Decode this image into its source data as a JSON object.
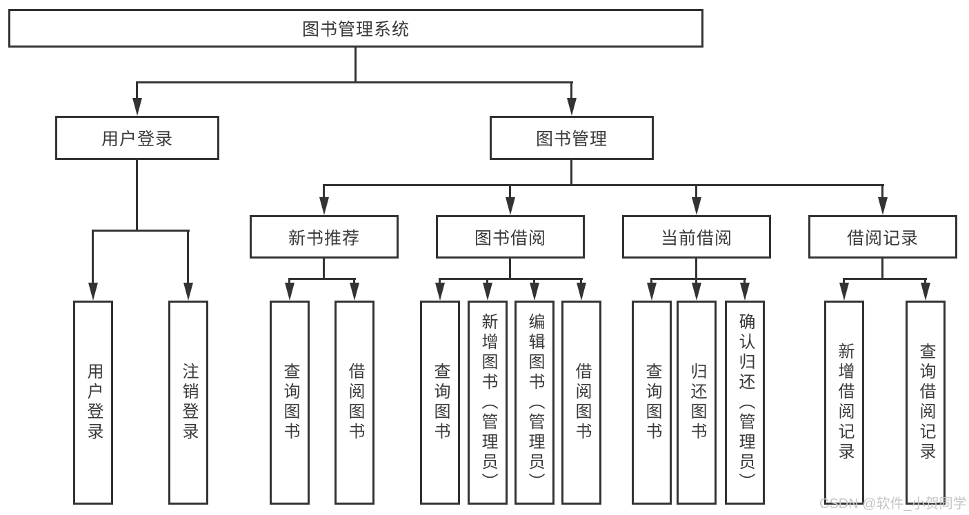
{
  "tree": {
    "root": {
      "label": "图书管理系统"
    },
    "branches": [
      {
        "label": "用户登录",
        "leaves": [
          {
            "label": "用户登录"
          },
          {
            "label": "注销登录"
          }
        ]
      },
      {
        "label": "图书管理",
        "groups": [
          {
            "label": "新书推荐",
            "leaves": [
              {
                "label": "查询图书"
              },
              {
                "label": "借阅图书"
              }
            ]
          },
          {
            "label": "图书借阅",
            "leaves": [
              {
                "label": "查询图书"
              },
              {
                "label": "新增图书（管理员）"
              },
              {
                "label": "编辑图书（管理员）"
              },
              {
                "label": "借阅图书"
              }
            ]
          },
          {
            "label": "当前借阅",
            "leaves": [
              {
                "label": "查询图书"
              },
              {
                "label": "归还图书"
              },
              {
                "label": "确认归还（管理员）"
              }
            ]
          },
          {
            "label": "借阅记录",
            "leaves": [
              {
                "label": "新增借阅记录"
              },
              {
                "label": "查询借阅记录"
              }
            ]
          }
        ]
      }
    ]
  },
  "watermark": "CSDN @软件_小贺同学",
  "colors": {
    "line": "#333333",
    "text": "#3a3a3a",
    "watermark": "#c6c6c6",
    "background": "#ffffff"
  }
}
